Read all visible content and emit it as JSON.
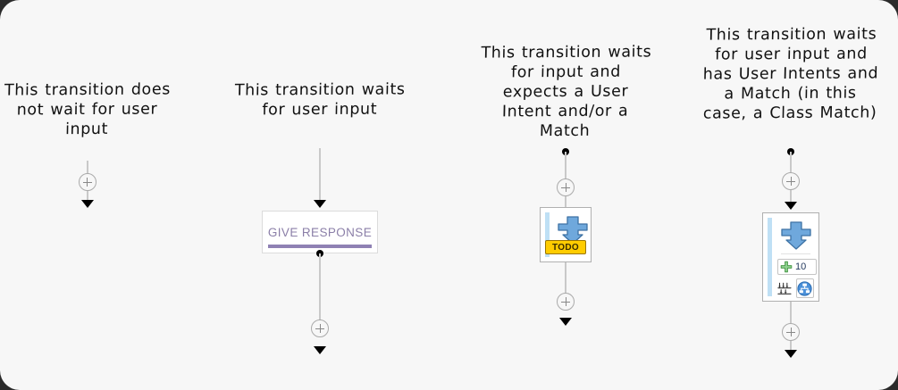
{
  "canvas": {
    "background_color": "#f7f7f7",
    "outer_background_color": "#2b2b2b"
  },
  "palette": {
    "edge_line": "#c9c9c9",
    "edge_dot": "#000000",
    "arrowhead": "#000000",
    "plus_button_border": "#aaaaaa",
    "response_accent": "#8f81b4",
    "response_label": "#8b7fa8",
    "node_border": "#b0b0b0",
    "node_accent_bar": "#bfe0f5",
    "down_arrow_blue": "#6fa8dc",
    "todo_badge_bg": "#ffcc00",
    "todo_badge_border": "#9a7500",
    "plus_green": "#5cb85c",
    "class_match_blue": "#4a90d9"
  },
  "columns": [
    {
      "id": "col-1",
      "caption": "This transition does not wait for user input",
      "has_start_dot": false,
      "has_plus_button": true,
      "has_end_arrow": true,
      "node": null
    },
    {
      "id": "col-2",
      "caption": "This transition waits for user input",
      "has_start_dot": false,
      "has_plus_button": true,
      "has_end_arrow": true,
      "node": {
        "type": "response-node",
        "label": "GIVE RESPONSE"
      }
    },
    {
      "id": "col-3",
      "caption": "This transition waits for input and expects a User Intent and/or a Match",
      "has_start_dot": true,
      "has_plus_button": true,
      "has_end_arrow": true,
      "node": {
        "type": "intent-node",
        "icons": [
          "down-arrow-icon"
        ],
        "badge": "TODO"
      }
    },
    {
      "id": "col-4",
      "caption": "This transition waits for user input and has User Intents and a Match (in this case, a Class Match)",
      "has_start_dot": true,
      "has_plus_button": true,
      "has_end_arrow": true,
      "node": {
        "type": "intent-node",
        "icons": [
          "down-arrow-icon",
          "plus-icon",
          "match-icon",
          "class-match-icon"
        ],
        "intent_count": "10"
      }
    }
  ]
}
